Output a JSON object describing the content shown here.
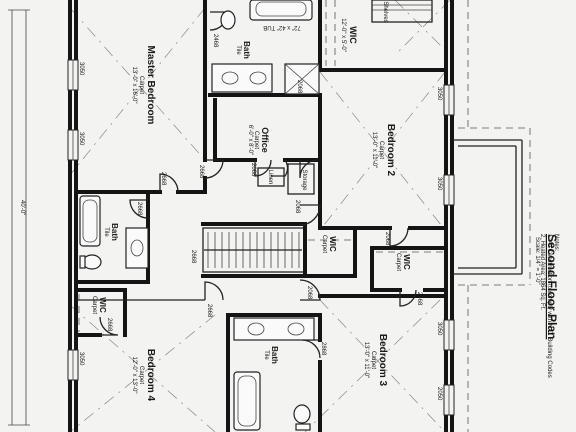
{
  "rooms": {
    "master_bedroom": {
      "name": "Master Bedroom",
      "floor": "Carpet",
      "dims": "13'-0\" x 16'-0\""
    },
    "bath_master": {
      "name": "Bath",
      "floor": "Tile"
    },
    "wic_master": {
      "name": "WIC",
      "dims": "12'-0\" x 5'-0\""
    },
    "shelves": {
      "name": "Shelves"
    },
    "office": {
      "name": "Office",
      "floor": "Carpet",
      "dims": "6'-0\" x 8'-0\""
    },
    "linen": {
      "name": "Linen"
    },
    "storage": {
      "name": "Storage"
    },
    "bedroom2": {
      "name": "Bedroom 2",
      "floor": "Carpet",
      "dims": "13'-0\" x 11'-0\""
    },
    "bath_left": {
      "name": "Bath",
      "floor": "Tile"
    },
    "wic_center": {
      "name": "WIC",
      "floor": "Carpet"
    },
    "wic_right": {
      "name": "WIC",
      "floor": "Carpet"
    },
    "wic_left": {
      "name": "WIC",
      "floor": "Carpet"
    },
    "bath_lower": {
      "name": "Bath",
      "floor": "Tile"
    },
    "bedroom3": {
      "name": "Bedroom 3",
      "floor": "Carpet",
      "dims": "13'-0\" x 11'-0\""
    },
    "bedroom4": {
      "name": "Bedroom 4",
      "floor": "Carpet",
      "dims": "12'-0\" x 13'-0\""
    }
  },
  "fixture_labels": {
    "top_label": "72\" x 42\" TUB"
  },
  "dimensions": {
    "overall_left": "40'-0\"",
    "door_sizes": [
      "2668",
      "2668",
      "2068",
      "2068",
      "2668",
      "2068",
      "2468",
      "2668",
      "2668",
      "2068",
      "2868",
      "2468",
      "2068",
      "2668"
    ],
    "window_sizes": [
      "3050",
      "3050",
      "3050",
      "3050",
      "3050",
      "3050",
      "2050"
    ]
  },
  "title_block": {
    "title": "Second Floor Plan",
    "scale": "Scale: 1/4\" = 1'-0\"",
    "notes_header": "Notes:",
    "notes": [
      "1. All Construction to comply with N.C. Building Codes",
      "2. Heated Area: 1864 Sq. Ft."
    ]
  }
}
